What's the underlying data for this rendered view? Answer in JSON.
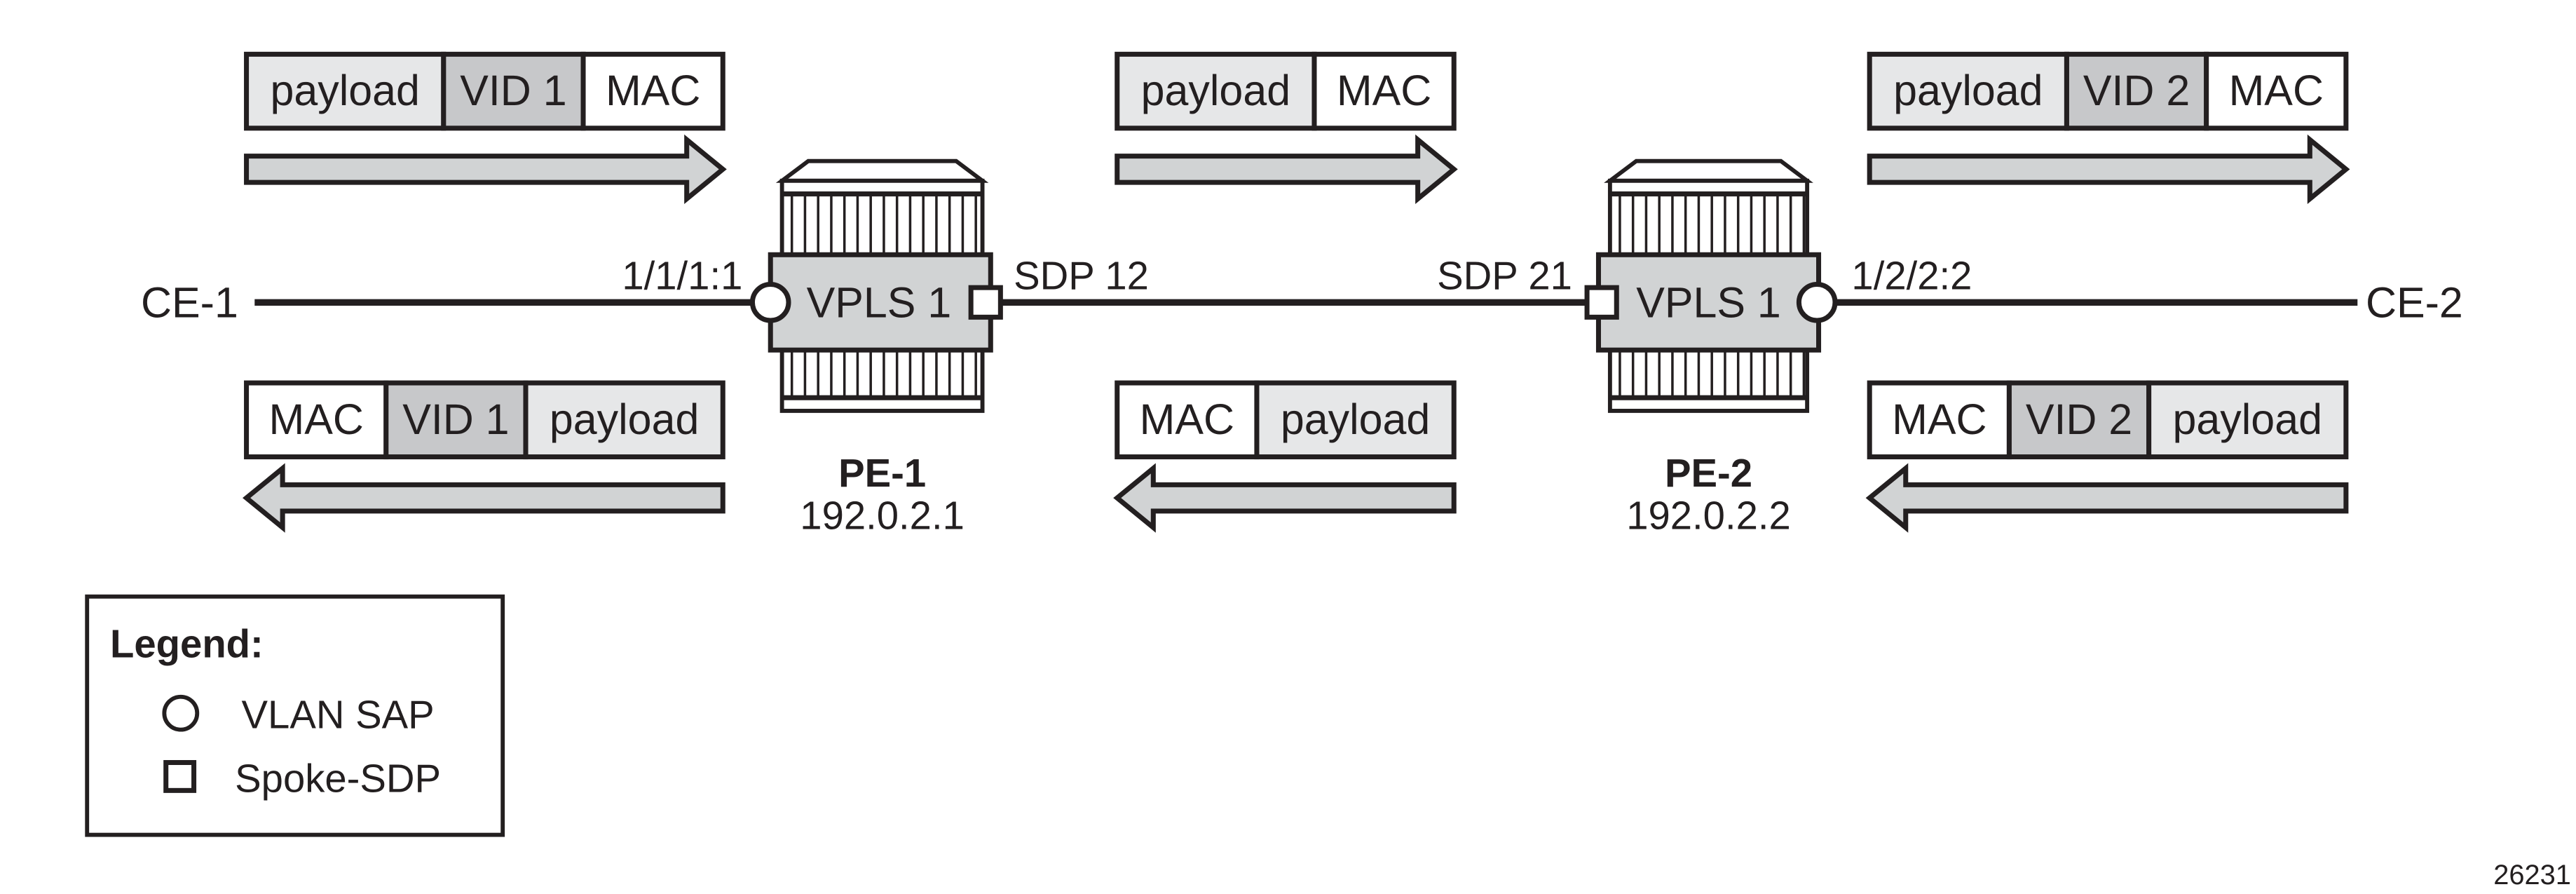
{
  "colors": {
    "payload": "#e6e7e8",
    "vid": "#c7c8ca",
    "mac": "#ffffff",
    "router": "#d1d3d4",
    "arrow": "#d1d3d4",
    "stroke": "#231f20"
  },
  "endpoints": {
    "ce1": "CE-1",
    "ce2": "CE-2"
  },
  "pe1": {
    "name": "PE-1",
    "ip": "192.0.2.1",
    "service": "VPLS 1",
    "sap": "1/1/1:1",
    "sdp": "SDP 12"
  },
  "pe2": {
    "name": "PE-2",
    "ip": "192.0.2.2",
    "service": "VPLS 1",
    "sap": "1/2/2:2",
    "sdp": "SDP 21"
  },
  "packets": {
    "top_left": [
      "payload",
      "VID 1",
      "MAC"
    ],
    "top_mid": [
      "payload",
      "MAC"
    ],
    "top_right": [
      "payload",
      "VID 2",
      "MAC"
    ],
    "bottom_left": [
      "MAC",
      "VID 1",
      "payload"
    ],
    "bottom_mid": [
      "MAC",
      "payload"
    ],
    "bottom_right": [
      "MAC",
      "VID 2",
      "payload"
    ]
  },
  "legend": {
    "title": "Legend:",
    "items": [
      "VLAN SAP",
      "Spoke-SDP"
    ]
  },
  "figure_id": "26231"
}
